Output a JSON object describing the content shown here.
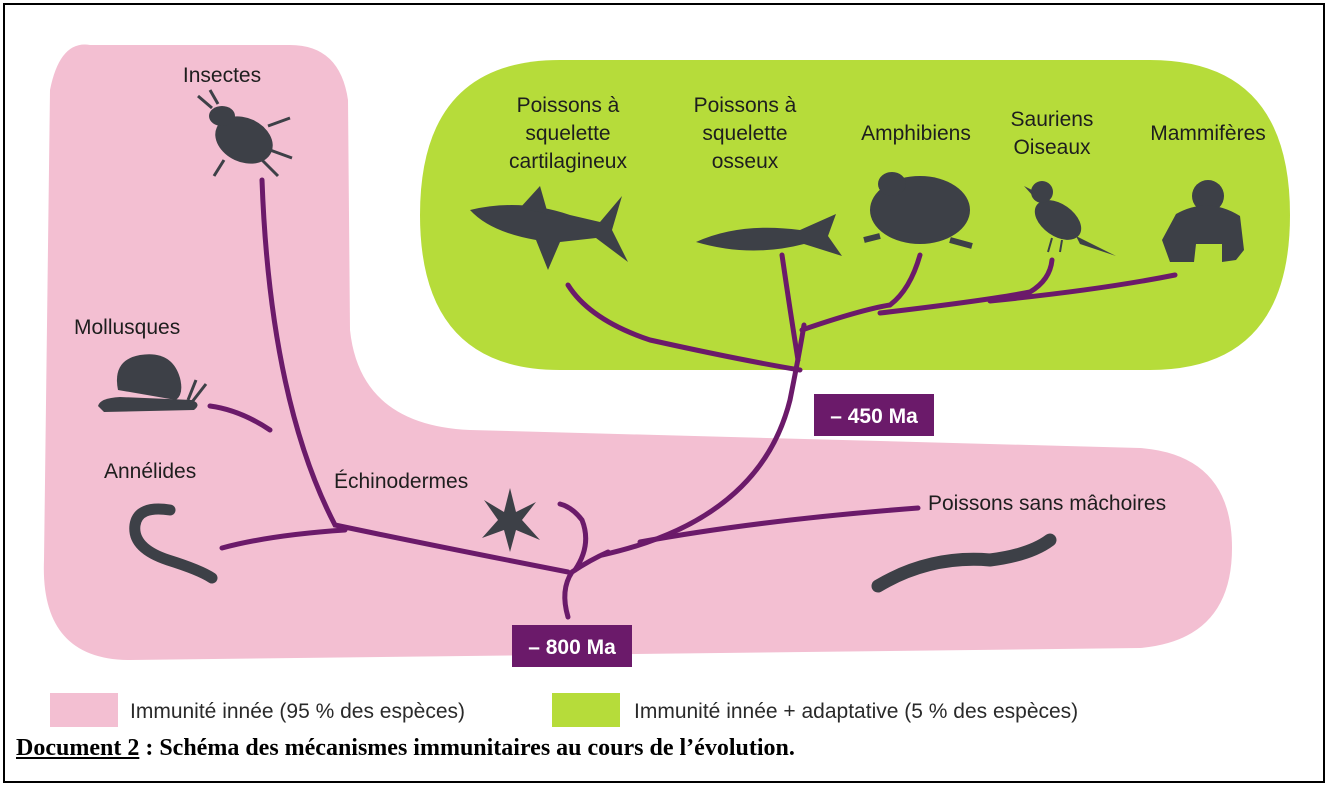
{
  "colors": {
    "innate_zone": "#f3bfd2",
    "adaptive_zone": "#b6dc3a",
    "branch": "#6b1a6a",
    "date_box": "#6b1a6a",
    "silhouette": "#3d4047"
  },
  "taxa": {
    "insectes": "Insectes",
    "mollusques": "Mollusques",
    "annelides": "Annélides",
    "echinodermes": "Échinodermes",
    "poissons_sans_machoires": "Poissons sans mâchoires",
    "poissons_cartilagineux": [
      "Poissons à",
      "squelette",
      "cartilagineux"
    ],
    "poissons_osseux": [
      "Poissons à",
      "squelette",
      "osseux"
    ],
    "amphibiens": "Amphibiens",
    "sauriens_oiseaux": [
      "Sauriens",
      "Oiseaux"
    ],
    "mammiferes": "Mammifères"
  },
  "icons": [
    "beetle-icon",
    "snail-icon",
    "worm-icon",
    "starfish-icon",
    "lamprey-icon",
    "shark-icon",
    "fish-icon",
    "frog-icon",
    "bird-icon",
    "gorilla-icon"
  ],
  "dates": {
    "d800": "– 800 Ma",
    "d450": "– 450 Ma"
  },
  "legend": {
    "innate": "Immunité innée (95 % des espèces)",
    "adaptive": "Immunité innée + adaptative (5 % des espèces)"
  },
  "caption": {
    "prefix": "Document 2",
    "text": " : Schéma des mécanismes immunitaires au cours de l’évolution."
  }
}
